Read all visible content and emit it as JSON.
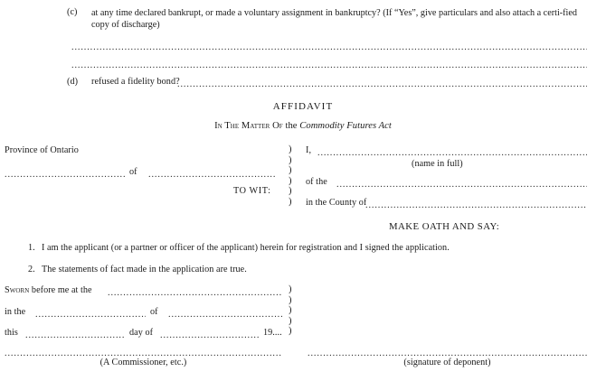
{
  "document": {
    "type": "form",
    "title": "AFFIDAVIT",
    "subtitle_smallcaps": "In The Matter Of",
    "subtitle_plain": " the ",
    "subtitle_italic": "Commodity Futures Act"
  },
  "questions": [
    {
      "marker": "(c)",
      "text": "at any time declared bankrupt, or made a voluntary assignment in bankruptcy? (If “Yes”, give particulars and also attach a certi-fied copy of discharge)"
    },
    {
      "marker": "(d)",
      "text": "refused a fidelity bond?"
    }
  ],
  "jurisdiction": {
    "province_label": "Province of Ontario",
    "of_label": "of",
    "to_wit_label": "TO WIT:"
  },
  "deponent": {
    "i_label": "I,",
    "name_in_full_caption": "(name in full)",
    "of_the_label": "of the",
    "in_the_county_of_label": "in the County of",
    "oath_label": "MAKE OATH AND SAY:"
  },
  "statements": [
    {
      "number": "1.",
      "text": "I am the applicant (or a partner or officer of the applicant) herein for registration and I signed the application."
    },
    {
      "number": "2.",
      "text": "The statements of fact made in the application are true."
    }
  ],
  "jurat": {
    "sworn_smallcaps": "Sworn",
    "sworn_rest": "before me at the",
    "in_the_label": "in the",
    "of_label": "of",
    "this_label": "this",
    "day_of_label": "day of",
    "year_prefix": "19...."
  },
  "signatures": {
    "commissioner_caption": "(A Commissioner, etc.)",
    "deponent_caption": "(signature of deponent)"
  },
  "leaders": {
    "dot_char": ".",
    "full_line": "................................................................................................................................................................................................."
  },
  "brackets": {
    "glyph": ")",
    "count_upper": 6,
    "count_lower": 5
  },
  "colors": {
    "page_background": "#ffffff",
    "ink": "#1a1a1a",
    "leader_ink": "#2b2b2b"
  }
}
